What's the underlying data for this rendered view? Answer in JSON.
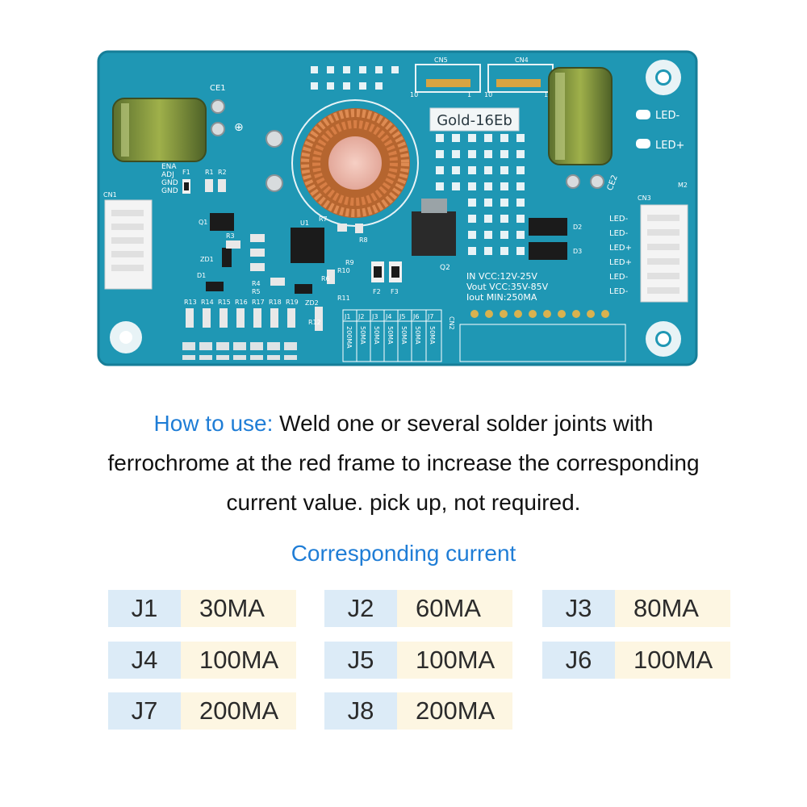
{
  "board": {
    "model_label": "Gold-16Eb",
    "connectors": {
      "cn1": "CN1",
      "cn2": "CN2",
      "cn3": "CN3",
      "cn4": "CN4",
      "cn5": "CN5",
      "m2": "M2"
    },
    "cn5_pins": {
      "left": "10",
      "right": "1"
    },
    "cn4_pins": {
      "left": "10",
      "right": "1"
    },
    "capacitors": {
      "ce1": "CE1",
      "ce2": "CE2"
    },
    "fuses": {
      "f1": "F1",
      "f2": "F2",
      "f3": "F3"
    },
    "chips": {
      "u1": "U1",
      "q1": "Q1",
      "q2": "Q2",
      "d1": "D1",
      "d2": "D2",
      "d3": "D3",
      "zd1": "ZD1",
      "zd2": "ZD2"
    },
    "resistors_top": [
      "R1",
      "R2"
    ],
    "resistor_misc": [
      "R3",
      "R4",
      "R5",
      "R6",
      "R7",
      "R8",
      "R9",
      "R10",
      "R11",
      "R12"
    ],
    "resistor_row": [
      "R13",
      "R14",
      "R15",
      "R16",
      "R17",
      "R18",
      "R19"
    ],
    "cn1_pins": [
      "ENA",
      "ADJ",
      "GND",
      "GND"
    ],
    "led_pads": [
      "LED-",
      "LED+"
    ],
    "cn3_pins": [
      "LED-",
      "LED-",
      "LED+",
      "LED+",
      "LED-",
      "LED-"
    ],
    "specs": [
      "IN VCC:12V-25V",
      "Vout VCC:35V-85V",
      "Iout MIN:250MA"
    ],
    "jumper_headers": [
      "J1",
      "J2",
      "J3",
      "J4",
      "J5",
      "J6",
      "J7"
    ],
    "jumper_values": [
      "200MA",
      "50MA",
      "50MA",
      "50MA",
      "50MA",
      "50MA",
      "50MA"
    ],
    "jumper_row_labels": [
      "J1",
      "J2",
      "J3",
      "J4",
      "J5",
      "J6",
      "J7"
    ]
  },
  "instructions": {
    "lead": "How to use:",
    "line1": " Weld one or several solder joints with",
    "line2": "ferrochrome at the red frame to increase the corresponding",
    "line3": "current value. pick up, not required."
  },
  "section_title": "Corresponding current",
  "current_table": [
    {
      "jumper": "J1",
      "current": "30MA"
    },
    {
      "jumper": "J2",
      "current": "60MA"
    },
    {
      "jumper": "J3",
      "current": "80MA"
    },
    {
      "jumper": "J4",
      "current": "100MA"
    },
    {
      "jumper": "J5",
      "current": "100MA"
    },
    {
      "jumper": "J6",
      "current": "100MA"
    },
    {
      "jumper": "J7",
      "current": "200MA"
    },
    {
      "jumper": "J8",
      "current": "200MA"
    }
  ],
  "colors": {
    "pcb": "#1f97b4",
    "pcb_edge": "#167e98",
    "copper": "#c9743f",
    "accent_blue": "#1f7dd6",
    "jumper_cell": "#dcebf7",
    "value_cell": "#fdf6e2"
  }
}
